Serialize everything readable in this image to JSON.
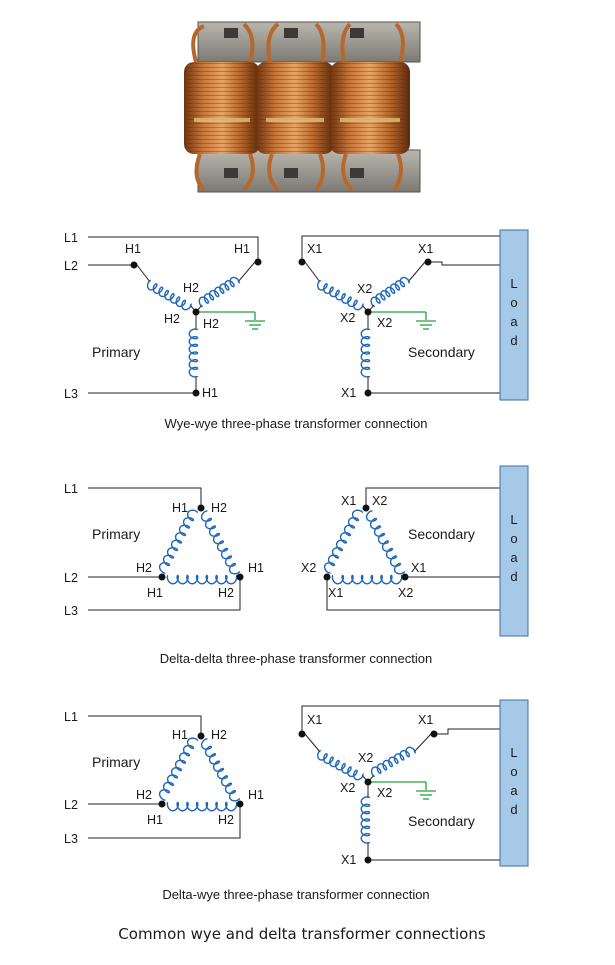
{
  "colors": {
    "coil": "#1f66b8",
    "ground": "#23a03c",
    "wire": "#222222",
    "load_fill": "#a7c9e8",
    "load_stroke": "#3e6f9e",
    "copper": "#b8672b",
    "steel": "#9a9790"
  },
  "photo": {
    "icon": "three-phase-transformer-photo"
  },
  "wye_wye": {
    "lines": [
      "L1",
      "L2",
      "L3"
    ],
    "primary_label": "Primary",
    "secondary_label": "Secondary",
    "primary_terminals": {
      "top_left": "H1",
      "top_right": "H1",
      "center_left": "H2",
      "center_top": "H2",
      "center_right": "H2",
      "bottom": "H1"
    },
    "secondary_terminals": {
      "top_left": "X1",
      "top_right": "X1",
      "center_top": "X2",
      "center_left": "X2",
      "center_right": "X2",
      "bottom": "X1"
    },
    "load_label": "L\no\na\nd",
    "caption": "Wye-wye three-phase transformer connection"
  },
  "delta_delta": {
    "lines": [
      "L1",
      "L2",
      "L3"
    ],
    "primary_label": "Primary",
    "secondary_label": "Secondary",
    "primary_terminals": {
      "top_left": "H1",
      "top_right": "H2",
      "left_upper": "H2",
      "left_lower": "H1",
      "right_upper": "H1",
      "right_lower": "H2"
    },
    "secondary_terminals": {
      "top_left": "X1",
      "top_right": "X2",
      "left_upper": "X2",
      "left_lower": "X1",
      "right_upper": "X1",
      "right_lower": "X2"
    },
    "load_label": "L\no\na\nd",
    "caption": "Delta-delta three-phase transformer connection"
  },
  "delta_wye": {
    "lines": [
      "L1",
      "L2",
      "L3"
    ],
    "primary_label": "Primary",
    "secondary_label": "Secondary",
    "primary_terminals": {
      "top_left": "H1",
      "top_right": "H2",
      "left_upper": "H2",
      "left_lower": "H1",
      "right_upper": "H1",
      "right_lower": "H2"
    },
    "secondary_terminals": {
      "top_left": "X1",
      "top_right": "X1",
      "center_top": "X2",
      "center_left": "X2",
      "center_right": "X2",
      "bottom": "X1"
    },
    "load_label": "L\no\na\nd",
    "caption": "Delta-wye three-phase transformer connection"
  },
  "figure_caption": "Common wye and delta transformer connections"
}
